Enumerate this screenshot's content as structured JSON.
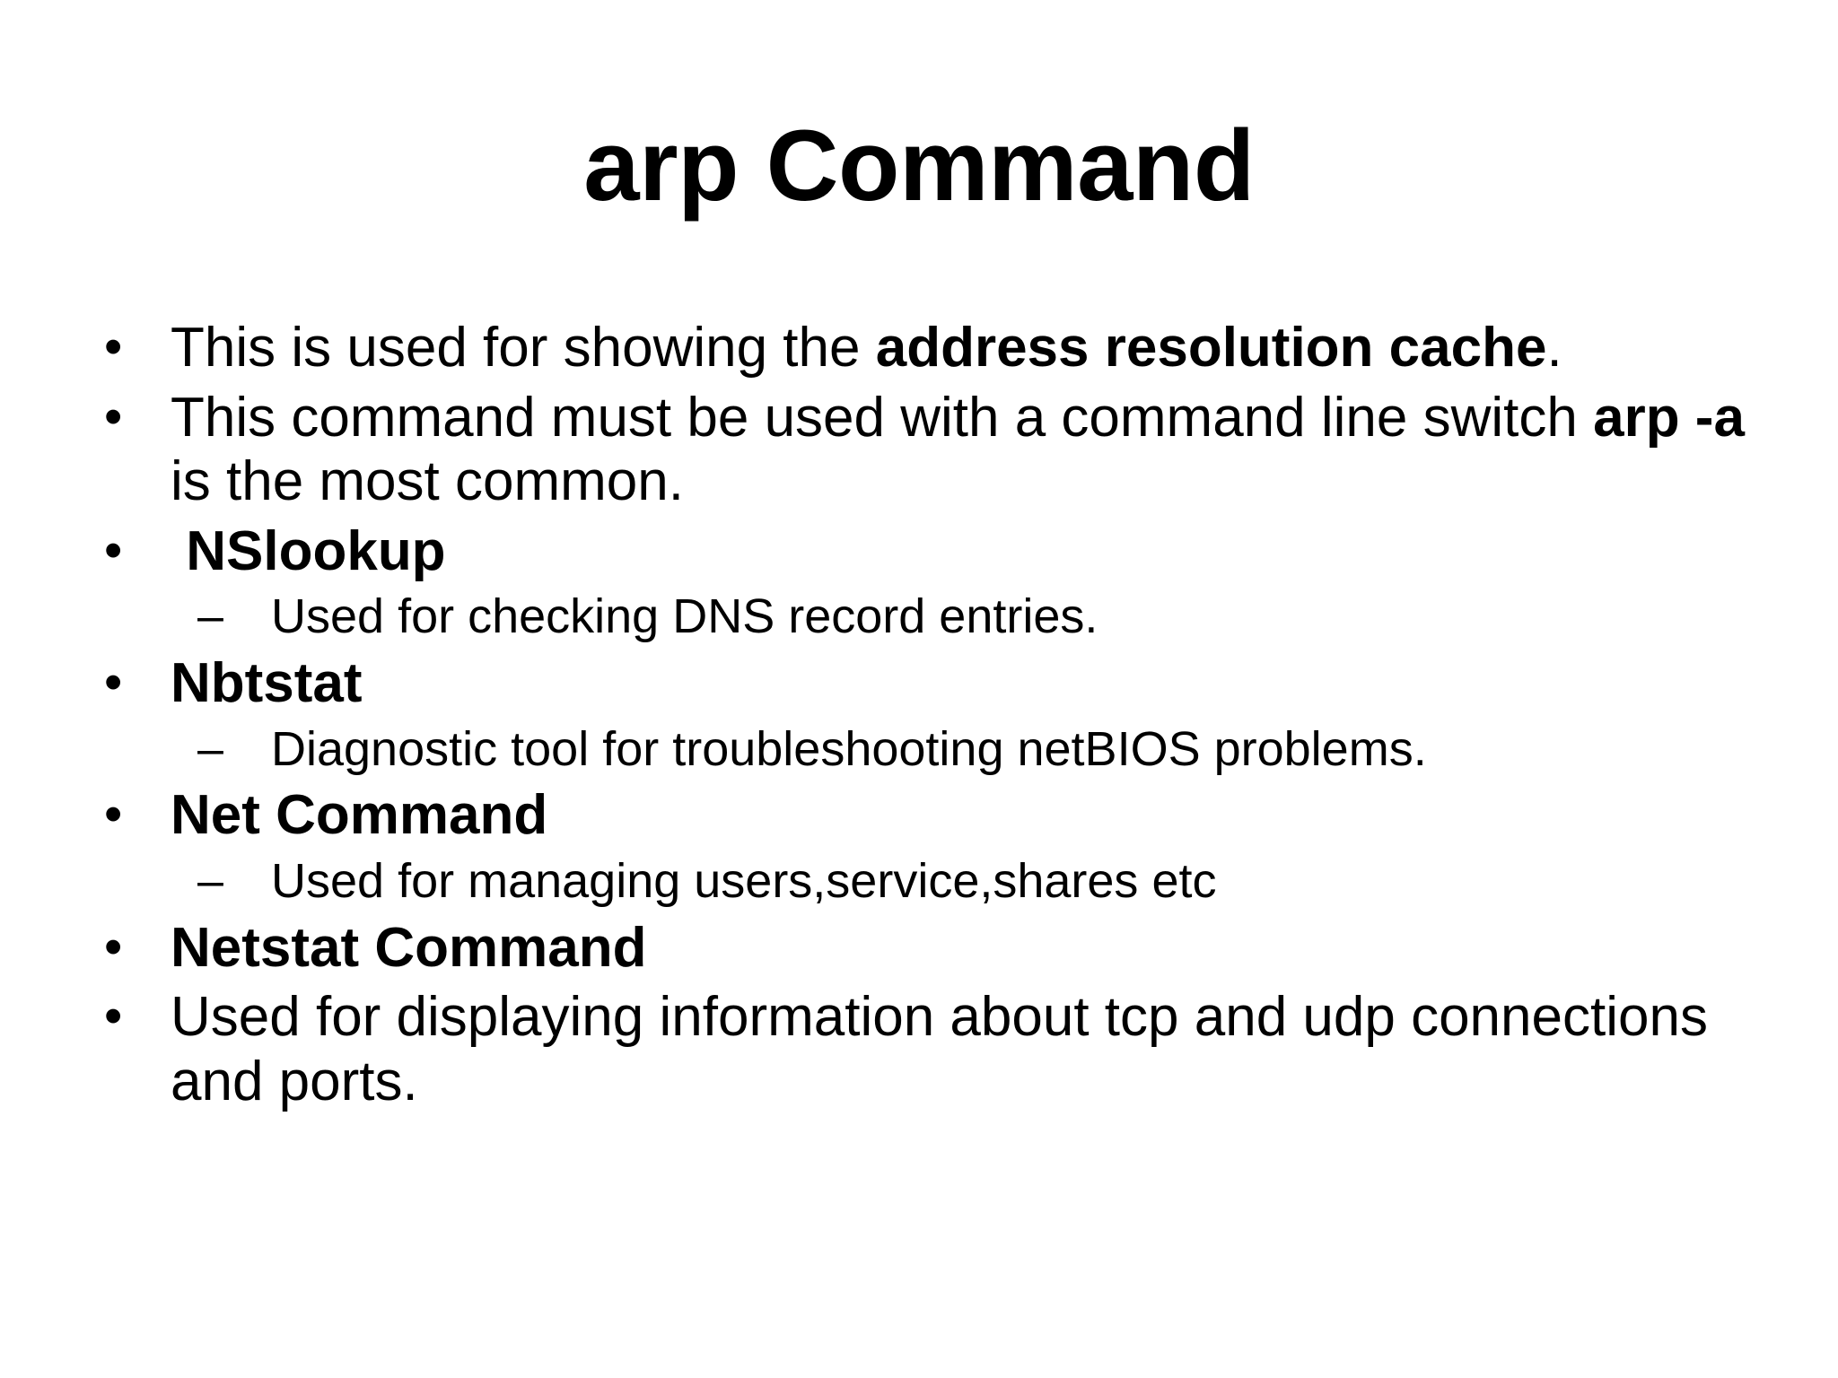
{
  "slide": {
    "background_color": "#ffffff",
    "text_color": "#000000",
    "title": "arp Command"
  },
  "content": {
    "items": [
      {
        "level": 1,
        "marker": "•",
        "lead_space": false,
        "runs": [
          {
            "text": "This is used for showing the ",
            "bold": false
          },
          {
            "text": "address resolution cache",
            "bold": true
          },
          {
            "text": ".",
            "bold": false
          }
        ],
        "plain": "This is used for showing the address resolution cache."
      },
      {
        "level": 1,
        "marker": "•",
        "lead_space": false,
        "runs": [
          {
            "text": "This command must be used with a command line switch ",
            "bold": false
          },
          {
            "text": "arp -a",
            "bold": true
          },
          {
            "text": " is the most common.",
            "bold": false
          }
        ],
        "plain": "This command must be used with a command line switch arp -a is the most common."
      },
      {
        "level": 1,
        "marker": "•",
        "lead_space": true,
        "runs": [
          {
            "text": "NSlookup",
            "bold": true
          }
        ],
        "plain": "NSlookup"
      },
      {
        "level": 2,
        "marker": "–",
        "lead_space": false,
        "runs": [
          {
            "text": "Used for checking DNS record entries.",
            "bold": false
          }
        ],
        "plain": "Used for checking DNS record entries."
      },
      {
        "level": 1,
        "marker": "•",
        "lead_space": false,
        "runs": [
          {
            "text": "Nbtstat",
            "bold": true
          }
        ],
        "plain": "Nbtstat"
      },
      {
        "level": 2,
        "marker": "–",
        "lead_space": false,
        "runs": [
          {
            "text": "Diagnostic tool for troubleshooting netBIOS problems.",
            "bold": false
          }
        ],
        "plain": "Diagnostic tool for troubleshooting netBIOS problems."
      },
      {
        "level": 1,
        "marker": "•",
        "lead_space": false,
        "runs": [
          {
            "text": "Net Command",
            "bold": true
          }
        ],
        "plain": "Net Command"
      },
      {
        "level": 2,
        "marker": "–",
        "lead_space": false,
        "runs": [
          {
            "text": "Used for managing users,service,shares etc",
            "bold": false
          }
        ],
        "plain": "Used for managing users,service,shares etc"
      },
      {
        "level": 1,
        "marker": "•",
        "lead_space": false,
        "runs": [
          {
            "text": "Netstat Command",
            "bold": true
          }
        ],
        "plain": "Netstat Command"
      },
      {
        "level": 1,
        "marker": "•",
        "lead_space": false,
        "runs": [
          {
            "text": "Used for displaying information about tcp and udp connections and ports.",
            "bold": false
          }
        ],
        "plain": "Used for displaying information about tcp and udp connections and ports."
      }
    ]
  }
}
